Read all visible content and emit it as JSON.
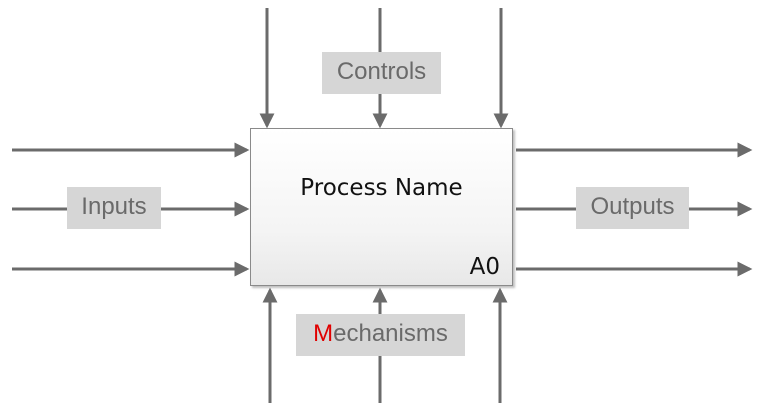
{
  "process": {
    "name": "Process Name",
    "id": "A0"
  },
  "labels": {
    "controls": "Controls",
    "inputs": "Inputs",
    "outputs": "Outputs",
    "mechanisms_first_letter": "M",
    "mechanisms_rest": "echanisms"
  },
  "colors": {
    "arrow": "#6b6b6b",
    "label_background": "#d6d6d6",
    "label_text": "#6a6a6a",
    "mechanisms_accent": "#e00000"
  }
}
